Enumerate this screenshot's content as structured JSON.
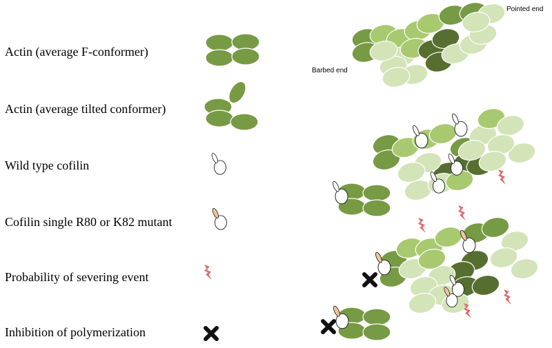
{
  "legend": {
    "items": [
      {
        "label": "Actin (average F-conformer)",
        "icon": "actin-f-conformer-icon"
      },
      {
        "label": "Actin (average tilted conformer)",
        "icon": "actin-tilted-conformer-icon"
      },
      {
        "label": "Wild type cofilin",
        "icon": "wild-type-cofilin-icon"
      },
      {
        "label": "Cofilin single R80 or K82 mutant",
        "icon": "mutant-cofilin-icon"
      },
      {
        "label": "Probability of severing event",
        "icon": "lightning-icon"
      },
      {
        "label": "Inhibition of polymerization",
        "icon": "x-mark-icon"
      }
    ]
  },
  "filament": {
    "pointed_end_label": "Pointed end",
    "barbed_end_label": "Barbed end"
  },
  "colors": {
    "actin_medium": "#779a45",
    "actin_light": "#a8c96f",
    "actin_pale": "#d3e4b8",
    "actin_dark": "#566f31",
    "cofilin_body": "#ffffff",
    "cofilin_mutant_tip": "#f2c3a0",
    "lightning": "#e06b6b",
    "x_mark": "#111111"
  }
}
